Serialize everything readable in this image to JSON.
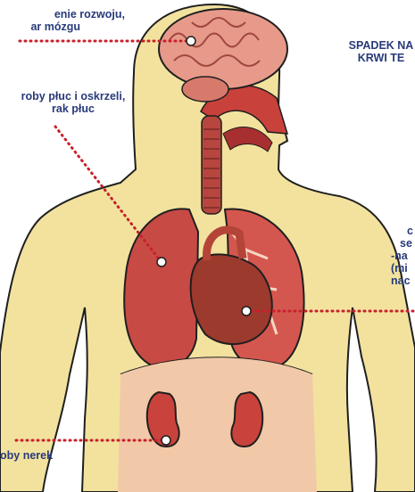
{
  "labels": {
    "brain": [
      "enie rozwoju,",
      "ar mózgu"
    ],
    "lungs": [
      "roby płuc i oskrzeli,",
      "rak płuc"
    ],
    "blood": [
      "SPADEK NA",
      "KRWI TE"
    ],
    "heart": [
      "c",
      "se",
      "-na",
      "(mi",
      "nac"
    ],
    "kidneys": [
      "oby nerek"
    ]
  },
  "colors": {
    "label": "#283a7a",
    "dots": "#c8202a",
    "skin": "#f2e29e",
    "outline": "#1f1f1f"
  }
}
